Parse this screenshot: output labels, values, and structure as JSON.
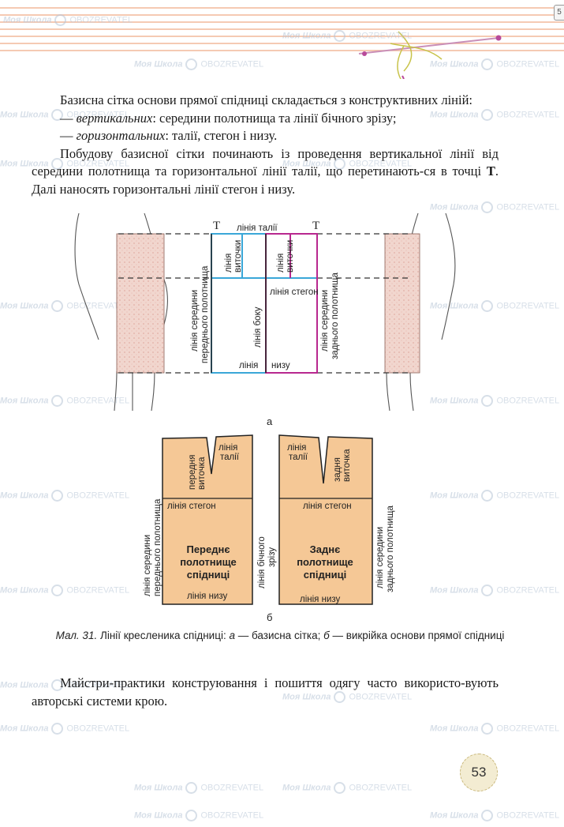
{
  "header": {
    "tab_char": "5"
  },
  "paragraph1": {
    "intro": "Базисна сітка основи прямої спідниці складається з конструктивних ліній:",
    "item1_em": "вертикальних",
    "item1_rest": ": середини полотнища та лінії бічного зрізу;",
    "item2_em": "горизонтальних",
    "item2_rest": ": талії, стегон і низу.",
    "dash": "— ",
    "construct_a": "Побудову базисної сітки починають із проведення вертикальної лінії від середини полотнища та горизонтальної лінії талії, що перетинають-ся в точці ",
    "construct_bold": "Т",
    "construct_b": ". Далі наносять горизонтальні лінії стегон і низу."
  },
  "figure_a": {
    "label": "а",
    "point_left": "Т",
    "point_right": "Т",
    "waist_line": "лінія талії",
    "left_dart": [
      "лінія",
      "виточки"
    ],
    "right_dart": [
      "лінія",
      "виточки"
    ],
    "hip_line": "лінія стегон",
    "side_line": "лінія боку",
    "hem_line_left": "лінія",
    "hem_line_right": "низу",
    "front_center": [
      "лінія середини",
      "переднього полотнища"
    ],
    "back_center": [
      "лінія середини",
      "заднього полотнища"
    ]
  },
  "figure_b": {
    "label": "б",
    "front_dart": [
      "передня",
      "виточка"
    ],
    "front_waist": [
      "лінія",
      "талії"
    ],
    "back_waist": [
      "лінія",
      "талії"
    ],
    "back_dart": [
      "задня",
      "виточка"
    ],
    "front_hip": "лінія стегон",
    "back_hip": "лінія стегон",
    "front_center": [
      "лінія середини",
      "переднього полотнища"
    ],
    "back_center": [
      "лінія середини",
      "заднього полотнища"
    ],
    "side_seam": [
      "лінія бічного",
      "зрізу"
    ],
    "front_title": [
      "Переднє",
      "полотнище",
      "спідниці"
    ],
    "back_title": [
      "Заднє",
      "полотнище",
      "спідниці"
    ],
    "front_hem": "лінія низу",
    "back_hem": "лінія низу"
  },
  "caption": {
    "prefix": "Мал. 31.",
    "text_a": " Лінії кресленика спідниці: ",
    "a": "а",
    "text_b": " — базисна сітка; ",
    "b": "б",
    "text_c": " — викрійка основи прямої спідниці"
  },
  "paragraph2": {
    "text": "Майстри-практики конструювання і пошиття одягу часто використо-вують авторські системи крою."
  },
  "page_number": "53",
  "watermark": {
    "brand": "Моя Школа",
    "partner": "OBOZREVATEL"
  },
  "colors": {
    "blue_grid": "#3aa7d8",
    "magenta_grid": "#b8288f",
    "pattern_fill": "#f5c896"
  }
}
